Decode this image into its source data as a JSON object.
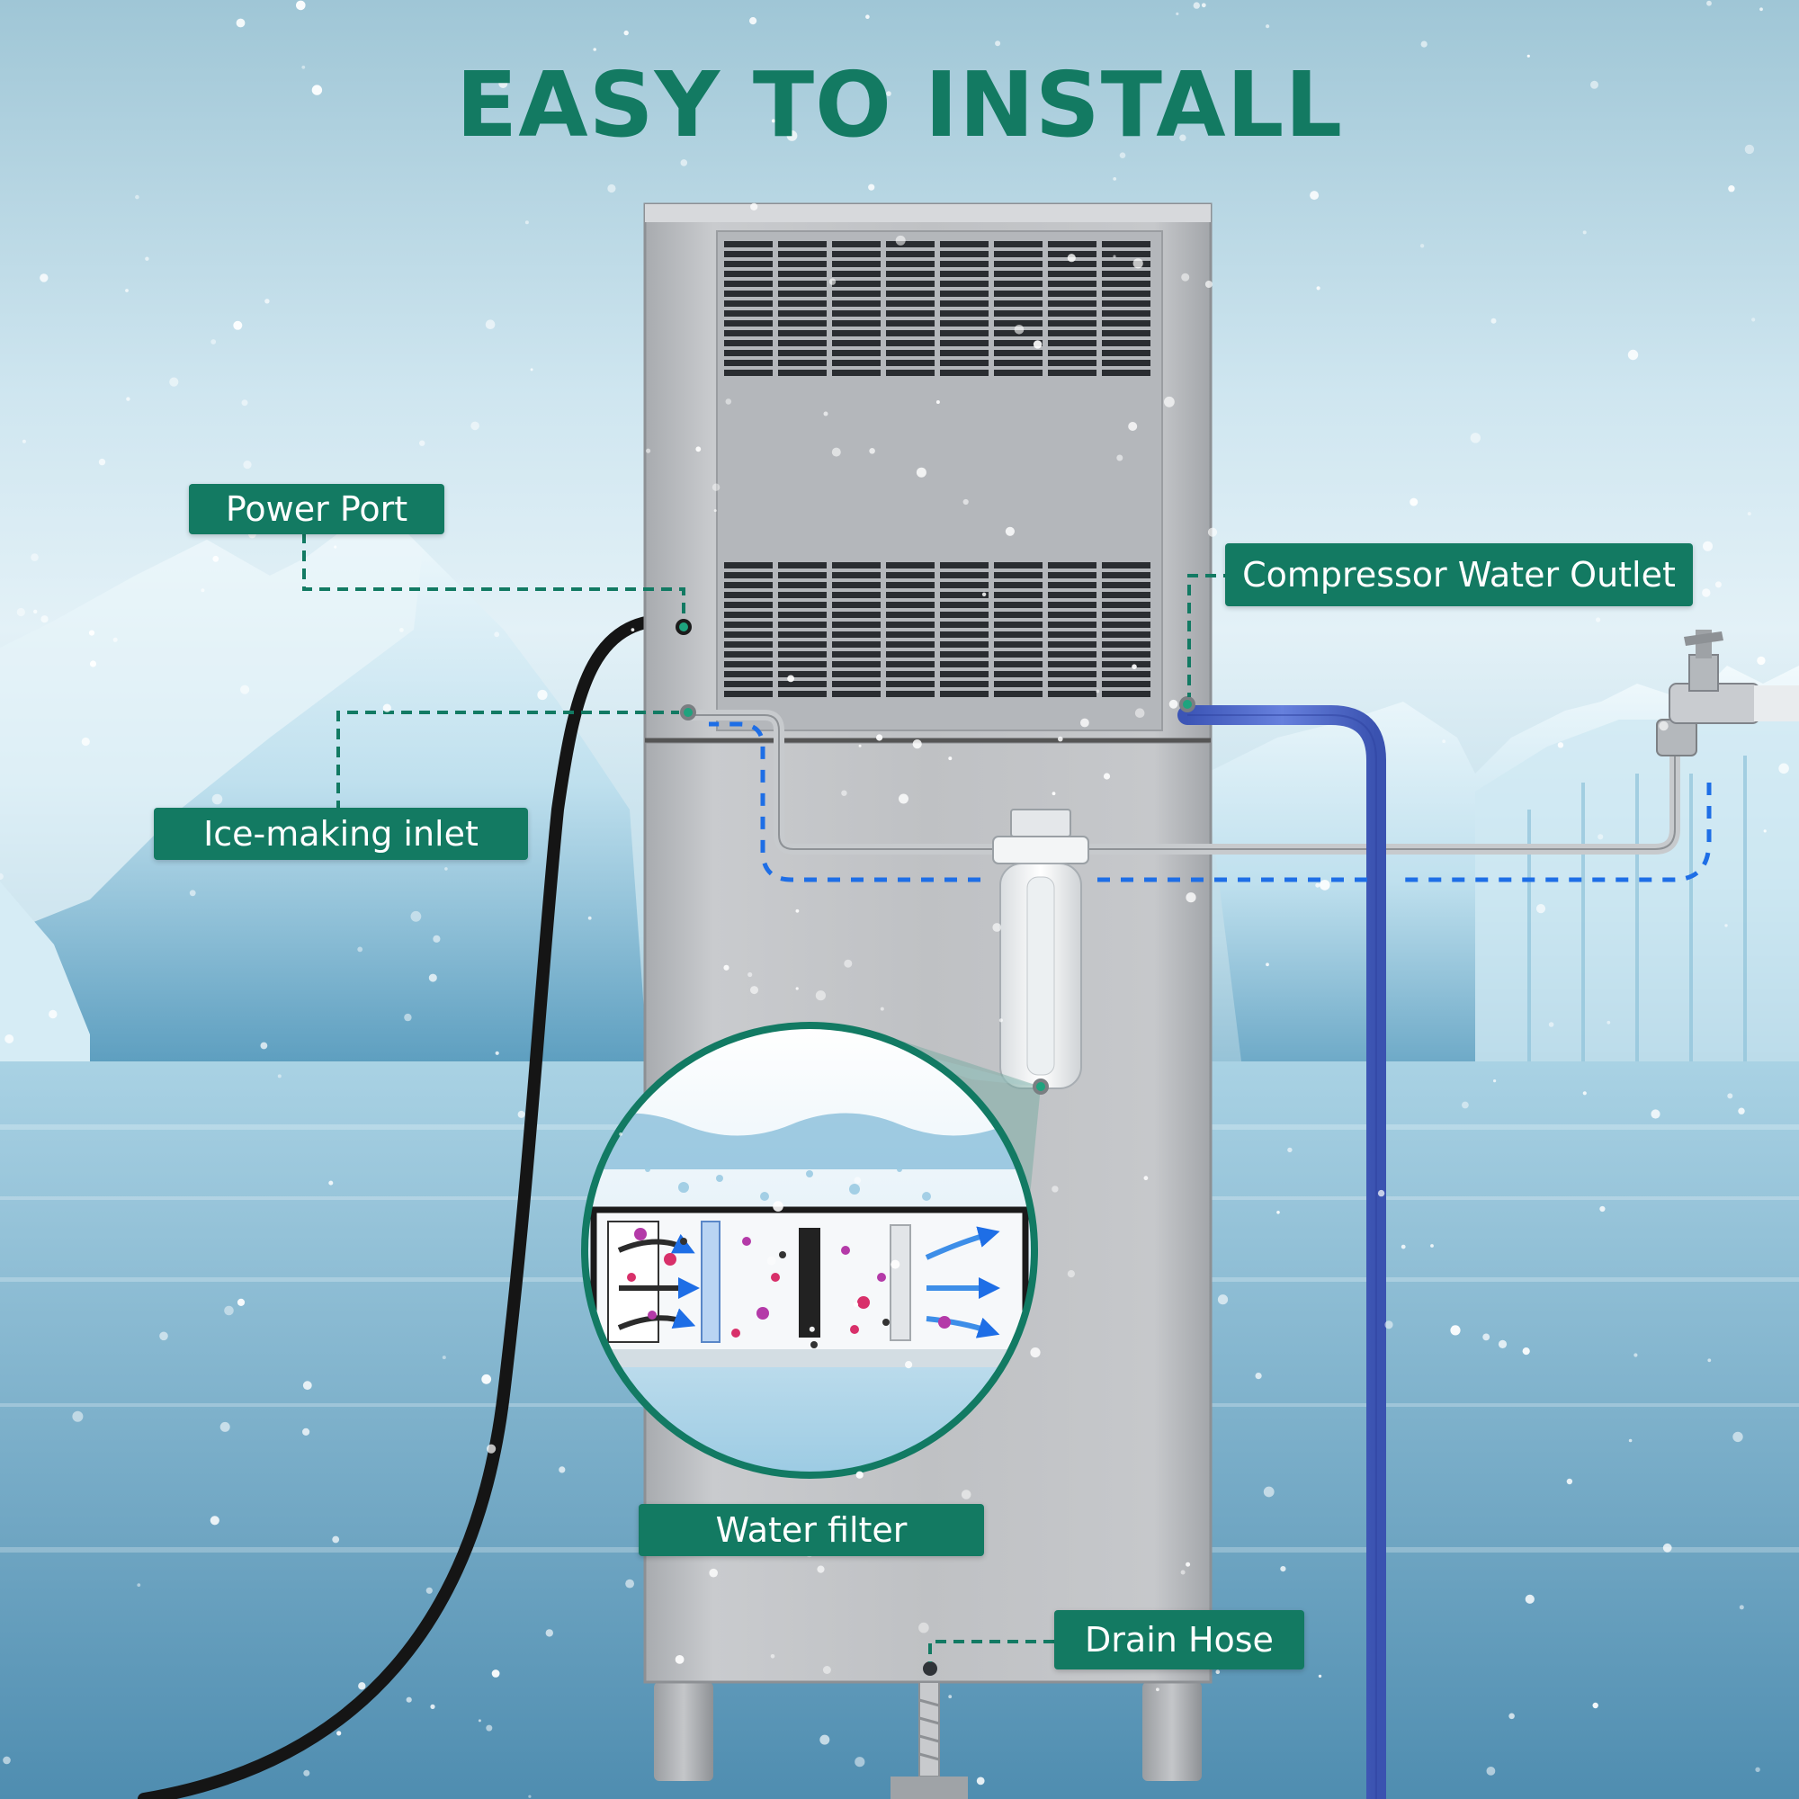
{
  "title": "EASY TO INSTALL",
  "labels": {
    "power_port": "Power Port",
    "ice_making_inlet": "Ice-making inlet",
    "compressor_water_outlet": "Compressor Water Outlet",
    "water_filter": "Water filter",
    "drain_hose": "Drain Hose"
  },
  "colors": {
    "accent": "#127a63",
    "title": "#137a62",
    "label_background": "#137a62",
    "flow_arrow": "#1e6ee6",
    "drain_hose_tube": "#4a63c4",
    "power_cord": "#151515",
    "cabinet": "#b9bcc0"
  },
  "icons": [
    "water-faucet-icon",
    "flow-arrow-icon",
    "filter-cartridge-icon",
    "contaminant-particle-icon"
  ]
}
